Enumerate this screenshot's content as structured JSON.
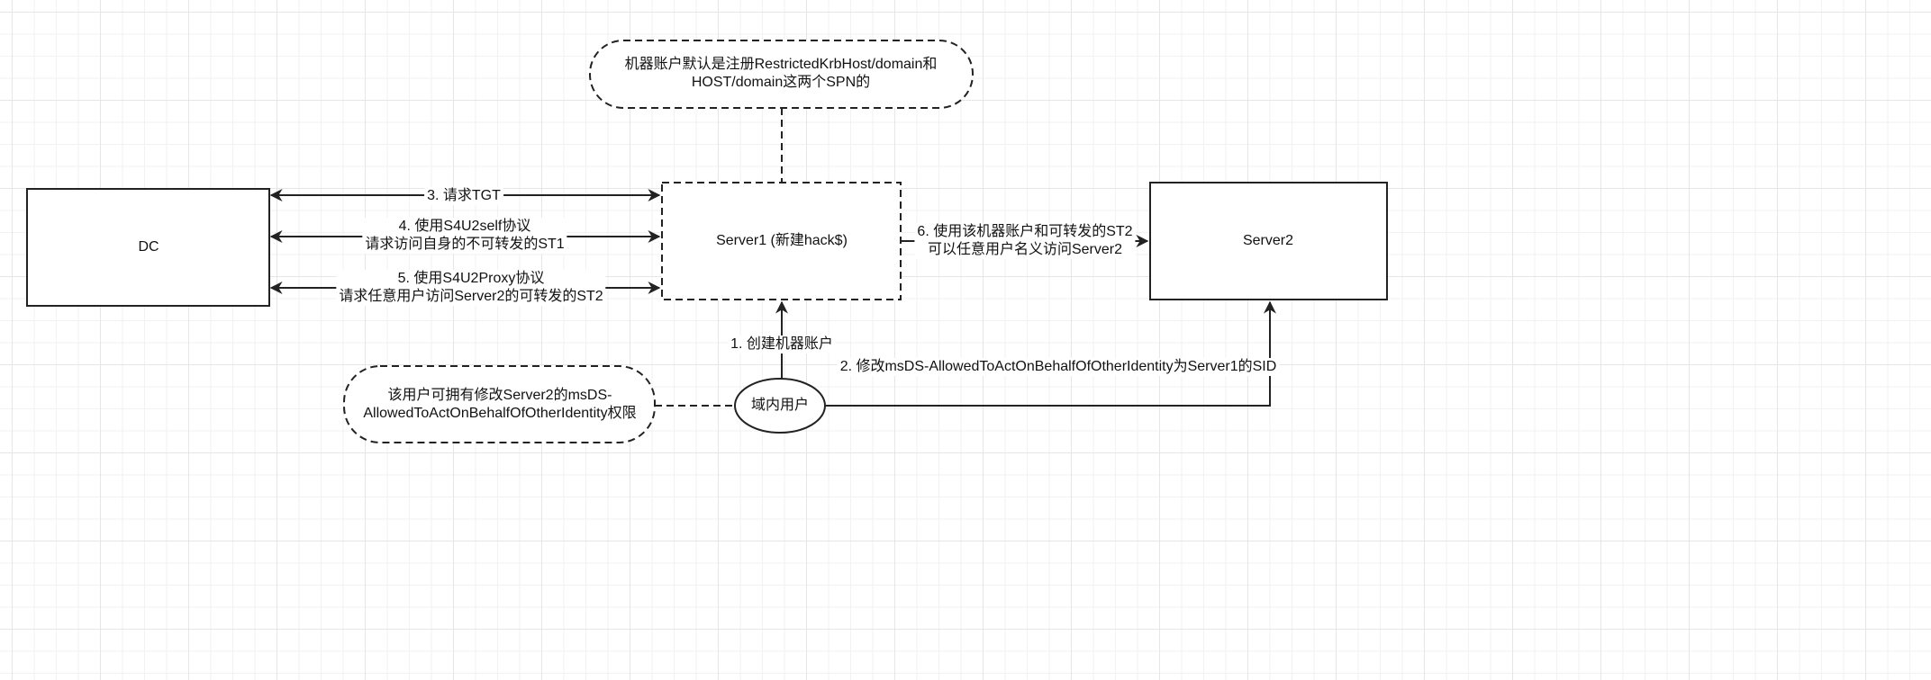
{
  "nodes": {
    "dc": "DC",
    "server1": "Server1 (新建hack$)",
    "server2": "Server2",
    "domain_user": "域内用户",
    "note_top": [
      "机器账户默认是注册RestrictedKrbHost/domain和",
      "HOST/domain这两个SPN的"
    ],
    "note_left": [
      "该用户可拥有修改Server2的msDS-",
      "AllowedToActOnBehalfOfOtherIdentity权限"
    ]
  },
  "edges": {
    "step1": "1. 创建机器账户",
    "step2": "2. 修改msDS-AllowedToActOnBehalfOfOtherIdentity为Server1的SID",
    "step3": "3. 请求TGT",
    "step4": [
      "4. 使用S4U2self协议",
      "请求访问自身的不可转发的ST1"
    ],
    "step5": [
      "5. 使用S4U2Proxy协议",
      "请求任意用户访问Server2的可转发的ST2"
    ],
    "step6": [
      "6. 使用该机器账户和可转发的ST2",
      "可以任意用户名义访问Server2"
    ]
  }
}
